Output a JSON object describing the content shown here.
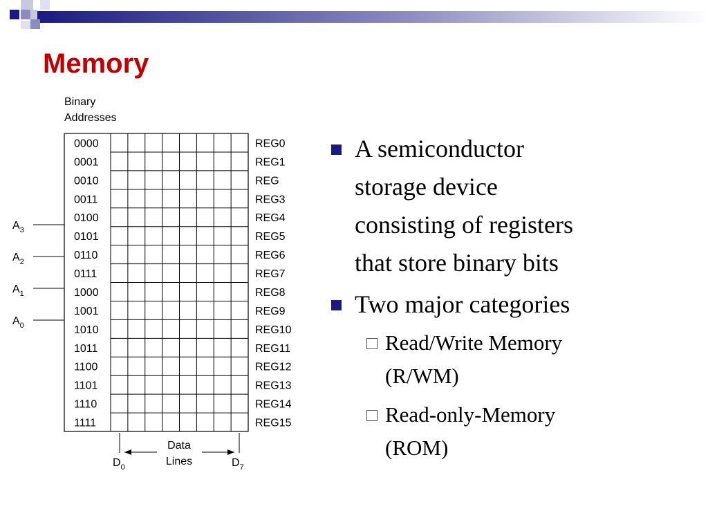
{
  "slide": {
    "title": "Memory",
    "accent_color": "#c00000",
    "bullet_color": "#1a1a80"
  },
  "diagram": {
    "heading_line1": "Binary",
    "heading_line2": "Addresses",
    "addresses": [
      "0000",
      "0001",
      "0010",
      "0011",
      "0100",
      "0101",
      "0110",
      "0111",
      "1000",
      "1001",
      "1010",
      "1011",
      "1100",
      "1101",
      "1110",
      "1111"
    ],
    "registers": [
      "REG0",
      "REG1",
      "REG",
      "REG3",
      "REG4",
      "REG5",
      "REG6",
      "REG7",
      "REG8",
      "REG9",
      "REG10",
      "REG11",
      "REG12",
      "REG13",
      "REG14",
      "REG15"
    ],
    "bit_columns": 8,
    "address_lines": [
      {
        "base": "A",
        "sub": "3"
      },
      {
        "base": "A",
        "sub": "2"
      },
      {
        "base": "A",
        "sub": "1"
      },
      {
        "base": "A",
        "sub": "0"
      }
    ],
    "data_lines_label_line1": "Data",
    "data_lines_label_line2": "Lines",
    "d_left": {
      "base": "D",
      "sub": "0"
    },
    "d_right": {
      "base": "D",
      "sub": "7"
    }
  },
  "bullets": [
    {
      "text": "A semiconductor storage device consisting of registers that store binary bits",
      "lines": [
        "A semiconductor",
        "storage device",
        "consisting of registers",
        "that store binary bits"
      ],
      "sub": []
    },
    {
      "text": "Two major categories",
      "lines": [
        "Two major categories"
      ],
      "sub": [
        {
          "text": "Read/Write Memory (R/WM)",
          "lines": [
            "Read/Write Memory",
            "(R/WM)"
          ]
        },
        {
          "text": "Read-only-Memory (ROM)",
          "lines": [
            "Read-only-Memory",
            "(ROM)"
          ]
        }
      ]
    }
  ]
}
